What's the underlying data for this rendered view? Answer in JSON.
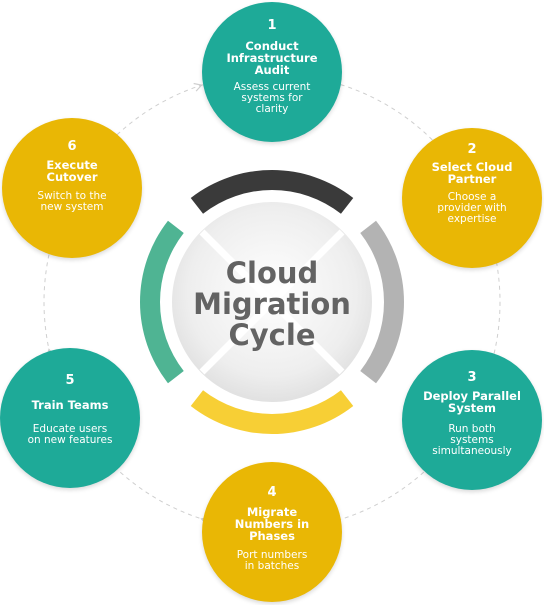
{
  "center": {
    "line1": "Cloud",
    "line2": "Migration",
    "line3": "Cycle"
  },
  "steps": [
    {
      "number": "1",
      "title": [
        "Conduct",
        "Infrastructure",
        "Audit"
      ],
      "desc": [
        "Assess current",
        "systems for",
        "clarity"
      ],
      "color": "#1eaa98"
    },
    {
      "number": "2",
      "title": [
        "Select Cloud",
        "Partner"
      ],
      "desc": [
        "Choose a",
        "provider with",
        "expertise"
      ],
      "color": "#e9b705"
    },
    {
      "number": "3",
      "title": [
        "Deploy Parallel",
        "System"
      ],
      "desc": [
        "Run both",
        "systems",
        "simultaneously"
      ],
      "color": "#1eaa98"
    },
    {
      "number": "4",
      "title": [
        "Migrate",
        "Numbers in",
        "Phases"
      ],
      "desc": [
        "Port numbers",
        "in batches"
      ],
      "color": "#e9b705"
    },
    {
      "number": "5",
      "title": [
        "Train Teams"
      ],
      "desc": [
        "Educate users",
        "on new features"
      ],
      "color": "#1eaa98"
    },
    {
      "number": "6",
      "title": [
        "Execute",
        "Cutover"
      ],
      "desc": [
        "Switch to the",
        "new system"
      ],
      "color": "#e9b705"
    }
  ],
  "colors": {
    "teal": "#1eaa98",
    "gold": "#e9b705",
    "ring_dark": "#3a3a3a",
    "ring_gray": "#b3b3b3",
    "ring_yellow": "#f7cf35",
    "ring_green": "#4fb493",
    "center_text": "#636363"
  }
}
